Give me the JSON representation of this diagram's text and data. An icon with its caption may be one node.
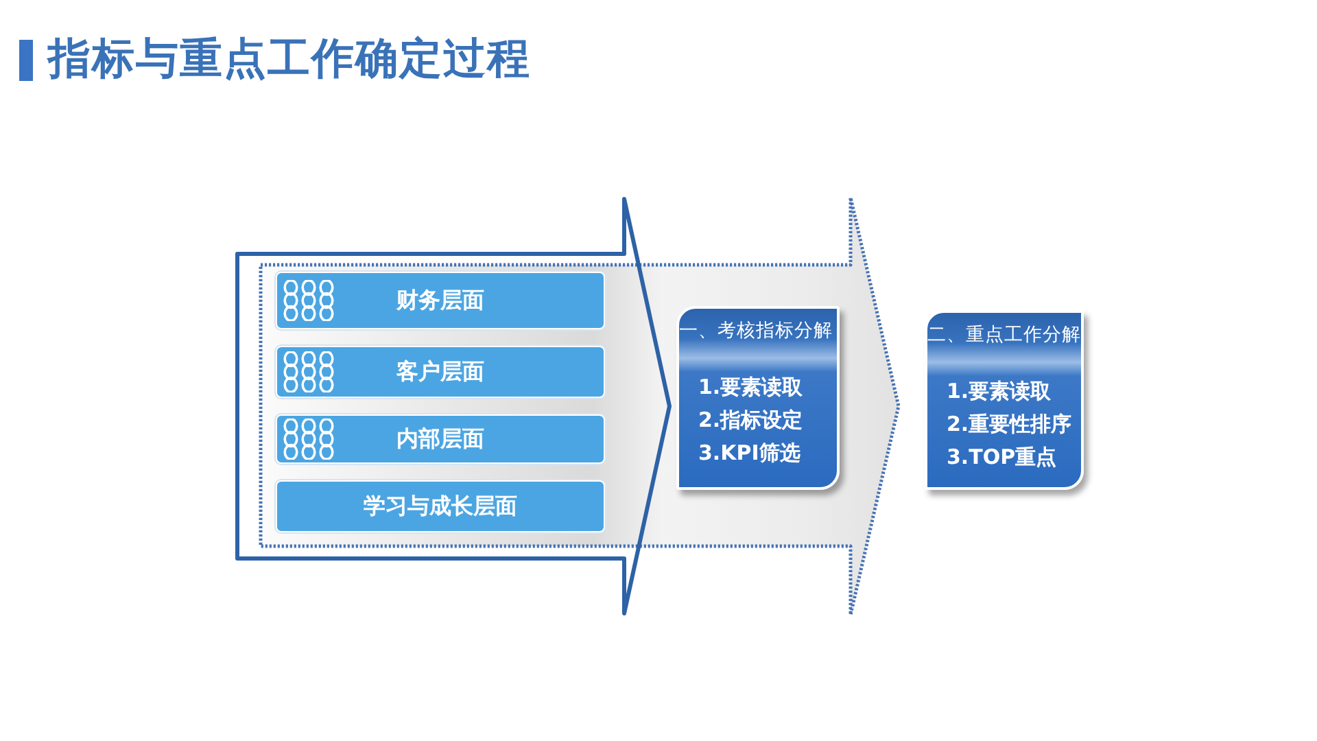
{
  "diagram": {
    "title": "指标与重点工作确定过程",
    "nodes": [
      {
        "text": [],
        "shape": "arrow"
      },
      {
        "text": [],
        "shape": "arrow"
      },
      {
        "text": [
          "财务层面"
        ],
        "in": 0
      },
      {
        "text": [
          "客户层面"
        ],
        "in": 0
      },
      {
        "text": [
          "内部层面"
        ],
        "in": 0
      },
      {
        "text": [
          "学习与成长层面"
        ],
        "in": 0
      },
      {
        "text": [
          "一、考核指标分解",
          "1.要素读取",
          "2.指标设定",
          "3.KPI筛选"
        ],
        "in": 1
      },
      {
        "text": [
          "二、重点工作分解",
          "1.要素读取",
          "2.重要性排序",
          "3.TOP重点"
        ]
      }
    ]
  }
}
